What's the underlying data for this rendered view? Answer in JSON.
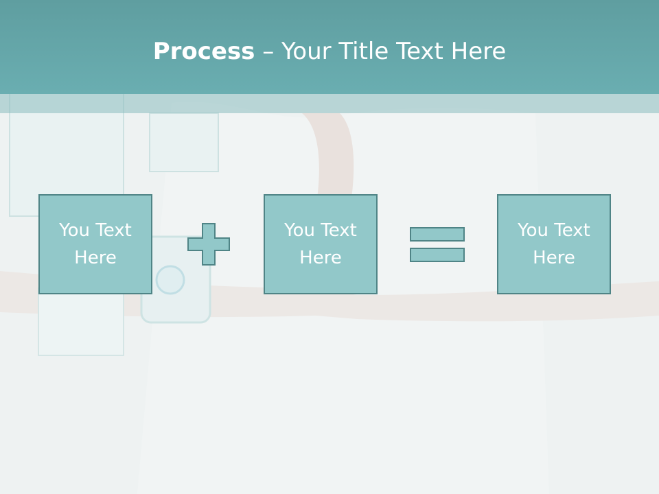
{
  "slide": {
    "title_bold": "Process",
    "title_rest": " – Your Title Text Here"
  },
  "process": {
    "boxes": [
      {
        "text": "You Text Here"
      },
      {
        "text": "You Text Here"
      },
      {
        "text": "You Text Here"
      }
    ],
    "operators": [
      "plus-icon",
      "equals-icon"
    ]
  },
  "colors": {
    "header": "#5f9ea0",
    "box_fill": "#92c8c9",
    "box_border": "#4f8486",
    "operator_fill": "#92c8c9"
  }
}
